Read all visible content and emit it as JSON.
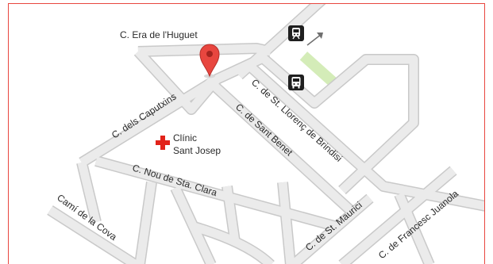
{
  "map": {
    "border_color": "#e8463f",
    "road_color": "#ebebeb",
    "road_outline_color": "#c9c9c9",
    "park_color": "#d4ecb8",
    "streets": {
      "era_huguet": "C. Era de l'Huguet",
      "caputxins": "C. dels Caputxins",
      "llorenc": "C. de St. Llorenç de Brindisi",
      "benet": "C. de Sant Benet",
      "nou_clara": "C. Nou de Sta. Clara",
      "cova": "Camí de la Cova",
      "maurici": "C. de St. Maurici",
      "francesc": "C. de Francesc Juanola"
    },
    "poi": {
      "clinic_line1": "Clínic",
      "clinic_line2": "Sant Josep",
      "clinic_icon": "red-cross-icon",
      "clinic_color": "#e2231a"
    },
    "markers": {
      "location_pin": "map-pin-icon",
      "pin_color": "#e8463f",
      "train": "train-icon",
      "bus": "bus-icon",
      "direction_arrow": "arrow-northeast-icon"
    }
  }
}
